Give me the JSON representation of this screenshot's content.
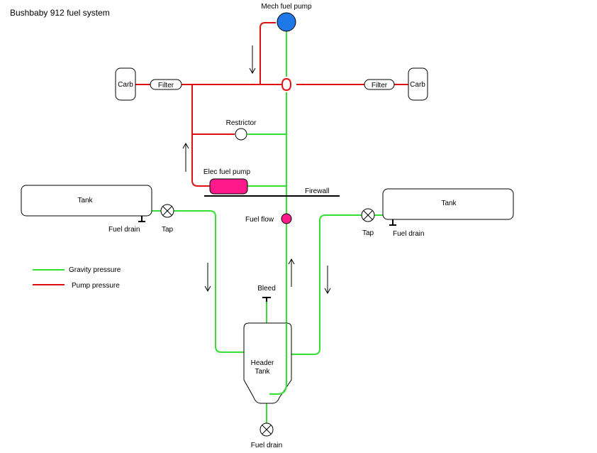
{
  "title": "Bushbaby 912 fuel system",
  "labels": {
    "mech_fuel_pump": "Mech fuel pump",
    "carb_left": "Carb",
    "carb_right": "Carb",
    "filter_left": "Filter",
    "filter_right": "Filter",
    "restrictor": "Restrictor",
    "elec_fuel_pump": "Elec fuel pump",
    "firewall": "Firewall",
    "tank_left": "Tank",
    "tank_right": "Tank",
    "fuel_drain_left": "Fuel drain",
    "fuel_drain_right": "Fuel drain",
    "fuel_drain_bottom": "Fuel drain",
    "tap_left": "Tap",
    "tap_right": "Tap",
    "fuel_flow": "Fuel flow",
    "bleed": "Bleed",
    "header_tank_line1": "Header",
    "header_tank_line2": "Tank"
  },
  "legend": [
    {
      "label": "Gravity pressure",
      "color": "#33e033"
    },
    {
      "label": "Pump pressure",
      "color": "#e01010"
    }
  ],
  "colors": {
    "gravity": "#33e033",
    "pump": "#e01010",
    "mech_pump_fill": "#1e78e8",
    "elec_pump_fill": "#ff1a8c",
    "fuel_flow_fill": "#ff1a8c"
  }
}
